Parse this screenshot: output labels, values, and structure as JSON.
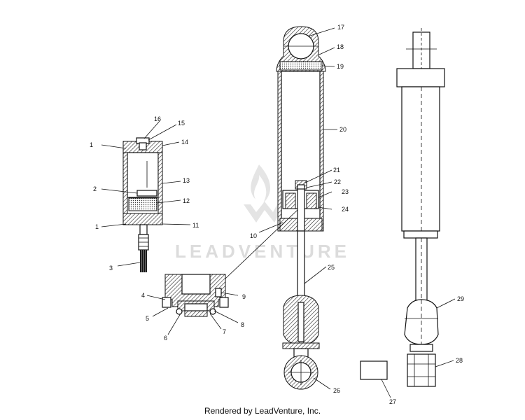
{
  "watermark": {
    "text": "LEADVENTURE"
  },
  "footer": {
    "text": "Rendered by LeadVenture, Inc."
  },
  "callouts": [
    "1",
    "2",
    "3",
    "4",
    "5",
    "6",
    "7",
    "8",
    "9",
    "10",
    "11",
    "12",
    "13",
    "14",
    "15",
    "16",
    "17",
    "18",
    "19",
    "20",
    "21",
    "22",
    "23",
    "24",
    "25",
    "26",
    "27",
    "28",
    "29"
  ],
  "callout_1_repeat": "1"
}
